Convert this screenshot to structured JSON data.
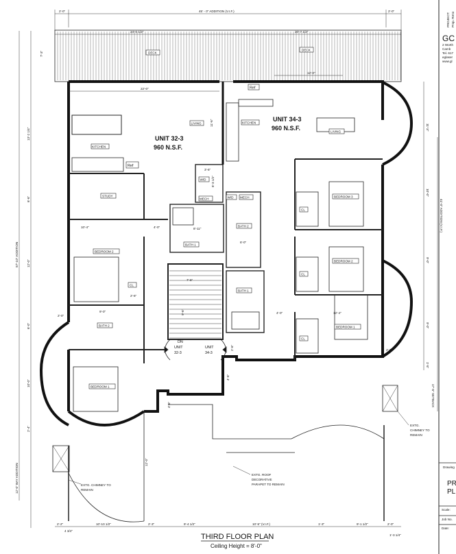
{
  "drawing": {
    "title": "THIRD FLOOR PLAN",
    "subtitle": "Ceiling Height = 8'-0\""
  },
  "units": [
    {
      "name": "UNIT 32-3",
      "area": "960 N.S.F."
    },
    {
      "name": "UNIT 34-3",
      "area": "960 N.S.F."
    }
  ],
  "rooms": {
    "kitchen_left": "KITCHEN",
    "kitchen_right": "KITCHEN",
    "living_left": "LIVING",
    "living_right": "LIVING",
    "study": "STUDY",
    "bedroom2_left": "BEDROOM 2",
    "bedroom1_left": "BEDROOM 1",
    "bath1_left": "BATH 1",
    "bath2_left": "BATH 2",
    "bath1_right": "BATH 1",
    "bath2_right": "BATH 2",
    "bedroom3_right": "BEDROOM 3",
    "bedroom2_right": "BEDROOM 2",
    "bedroom1_right": "BEDROOM 1",
    "deck_left": "DECK",
    "deck_right": "DECK",
    "ref_left": "Ref",
    "ref_right": "Ref",
    "wd_left": "W/D",
    "wd_right": "W/D",
    "mech_left": "MECH",
    "mech_right": "MECH",
    "cl": "CL"
  },
  "stair": {
    "dn": "DN",
    "unit_left": "UNIT",
    "unit_left_num": "32-3",
    "unit_right": "UNIT",
    "unit_right_num": "34-3"
  },
  "notes": {
    "chimney_left_1": "EXTG. CHIMNEY TO",
    "chimney_left_2": "REMAIN",
    "chimney_right_1": "EXTG.",
    "chimney_right_2": "CHIMNEY TO",
    "chimney_right_3": "REMAIN",
    "roof_1": "EXTG. ROOF",
    "roof_2": "DECORATIVE",
    "roof_3": "PARAPET TO REMAIN"
  },
  "dimensions": {
    "top_overall": "45' - 0\" ADDITION (V.I.F.)",
    "top_left": "2'-0\"",
    "top_right": "2'-0\"",
    "deck_left": "24'-0 1/2\"",
    "deck_right": "20'-7 1/2\"",
    "deck_depth": "7'-3\"",
    "kitchen_width": "22'-0\"",
    "deck_12": "12'-0\"",
    "left_overall": "57'-10\" ADDITION",
    "left_bay": "12'-0\" BAY ADDITION",
    "right_overall": "41'-0\" ADDITION (V.I.F.)",
    "right_setback": "17'-6\" SETBACK",
    "left_dims": [
      "13'-2 1/4\"",
      "6'-6\"",
      "12'-0\"",
      "6'-0\"",
      "10'-0\"",
      "2'-4\""
    ],
    "right_dims": [
      "11'-3\"",
      "10'-0\"",
      "9'-0\"",
      "9'-0\"",
      "1'-5\""
    ],
    "bottom_dims": [
      "2'-2\"",
      "10'-10 1/2\"",
      "2'-3\"",
      "9'-4 1/2\"",
      "10'-5\" (V.I.F.)",
      "1'-3\"",
      "9'-1 1/2\"",
      "2'-0\""
    ],
    "bottom_left": "4 3/4\"",
    "bottom_right": "1'-3 1/4\"",
    "interior": [
      "10'-4\"",
      "4'-0\"",
      "3'-6\"",
      "6'-3 1/2\"",
      "8'-11\"",
      "9'-0\"",
      "7'-5\"",
      "9'-6\"",
      "12'-4\"",
      "4'-0\"",
      "2'-0\"",
      "2'-6\"",
      "6'-0\""
    ],
    "misc": [
      "2'-0\"",
      "4'-6\"",
      "4'-6\"",
      "12'-0\"",
      "11'-6\"",
      "2'-6\""
    ]
  },
  "title_block": {
    "firm": "GC",
    "addr": [
      "2 Worth",
      "Camb",
      "Tel. 617",
      "eglaser",
      "www.gl"
    ],
    "project": "PROJECT:",
    "project2": "Prop. Reno",
    "drawing_label": "Drawing",
    "sheet_title_1": "PR",
    "sheet_title_2": "PL",
    "scale": "Scale:",
    "job": "Job No.",
    "date": "Date:"
  }
}
